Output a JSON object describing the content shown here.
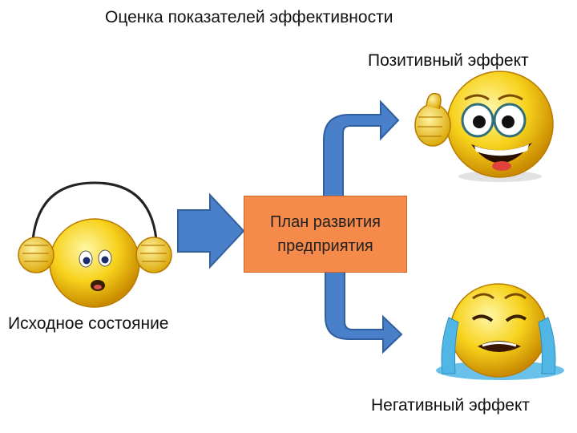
{
  "title": "Оценка показателей эффективности",
  "positive_label": "Позитивный эффект",
  "negative_label": "Негативный эффект",
  "start_label": "Исходное состояние",
  "plan": {
    "line1": "План развития",
    "line2": "предприятия"
  },
  "colors": {
    "arrow_fill": "#4a7fc9",
    "arrow_stroke": "#2f5f9e",
    "plan_box": "#f58a4a",
    "smiley_yellow": "#f7d21c",
    "tear_blue": "#4fb6e6"
  },
  "icons": [
    "headphones-smiley-icon",
    "thumbs-up-smiley-icon",
    "crying-smiley-icon"
  ]
}
